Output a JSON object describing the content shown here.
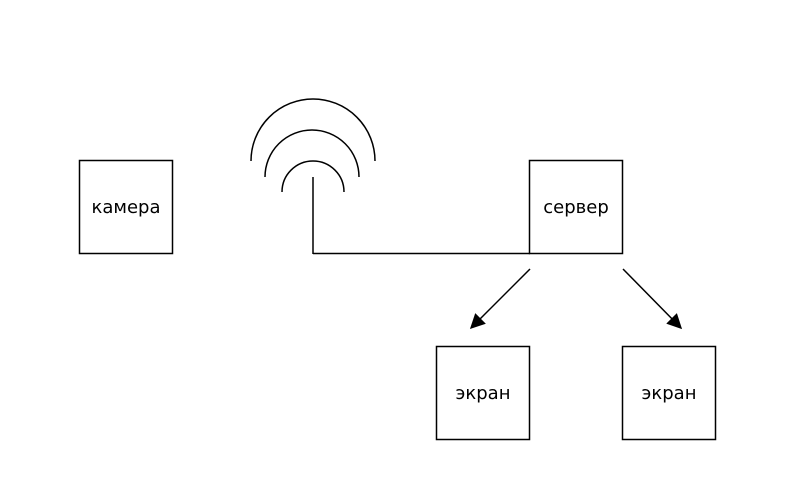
{
  "nodes": {
    "camera": {
      "label": "камера"
    },
    "server": {
      "label": "сервер"
    },
    "screen_left": {
      "label": "экран"
    },
    "screen_right": {
      "label": "экран"
    }
  },
  "colors": {
    "stroke": "#000000",
    "background": "#ffffff"
  },
  "icons": {
    "wireless": "wifi-antenna-icon"
  }
}
